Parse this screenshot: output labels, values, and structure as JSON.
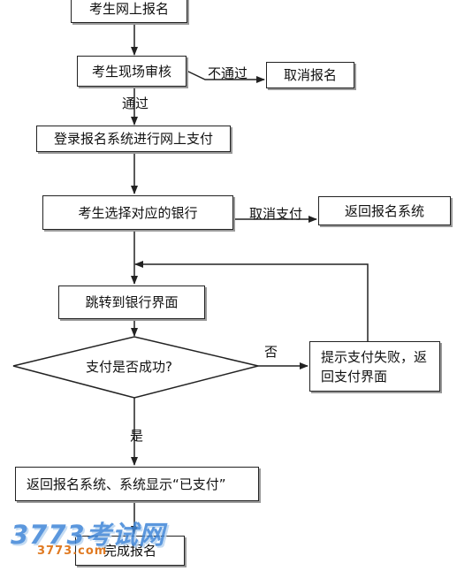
{
  "nodes": {
    "online_register": "考生网上报名",
    "onsite_review": "考生现场审核",
    "cancel_register": "取消报名",
    "login_pay": "登录报名系统进行网上支付",
    "choose_bank": "考生选择对应的银行",
    "return_system": "返回报名系统",
    "jump_bank": "跳转到银行界面",
    "pay_success_q": "支付是否成功?",
    "pay_fail": "提示支付失败，返回支付界面",
    "show_paid": "返回报名系统、系统显示“已支付”",
    "complete": "完成报名"
  },
  "edges": {
    "not_pass": "不通过",
    "pass": "通过",
    "cancel_pay": "取消支付",
    "no": "否",
    "yes": "是"
  },
  "watermark": {
    "brand": "3773考试网",
    "domain": "3773.com"
  },
  "colors": {
    "line": "#222222",
    "watermark_blue": "#3f86d8",
    "watermark_orange": "#e07a22"
  }
}
